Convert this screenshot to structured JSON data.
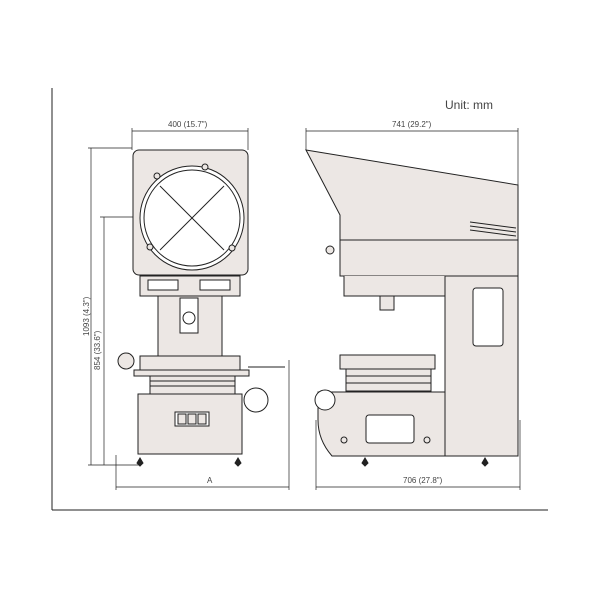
{
  "unit_label": "Unit: mm",
  "front_view": {
    "width_label": "400 (15.7\")",
    "height_total_label": "1093 (4.3\")",
    "height_table_label": "854 (33.6\")",
    "base_label": "A"
  },
  "side_view": {
    "depth_label": "741 (29.2\")",
    "base_depth_label": "706 (27.8\")"
  },
  "colors": {
    "line": "#222222",
    "fill": "#ece7e4"
  }
}
